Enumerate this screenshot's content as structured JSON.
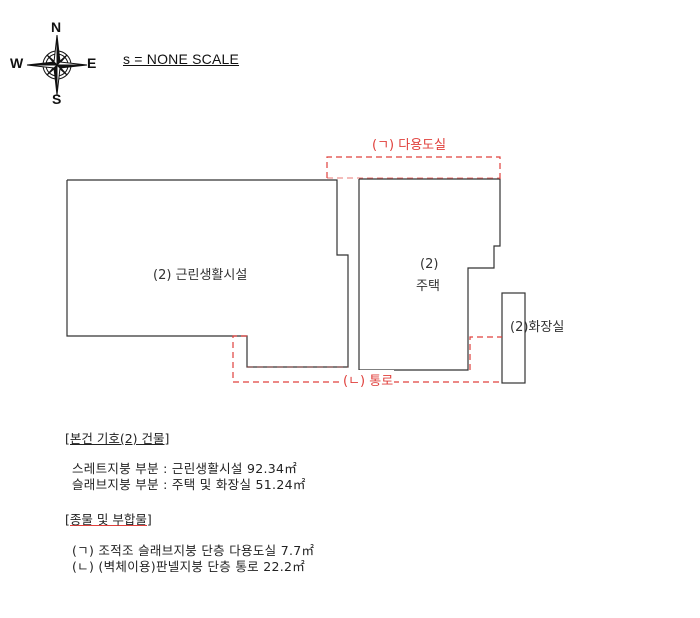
{
  "compass": {
    "n": "N",
    "s": "S",
    "e": "E",
    "w": "W"
  },
  "scale_note": "s = NONE SCALE",
  "plan": {
    "left_building_label": "(2) 근린생활시설",
    "house_label_line1": "(2)",
    "house_label_line2": "주택",
    "toilet_label": "(2)화장실",
    "annex_a_label": "(ㄱ) 다용도실",
    "annex_b_label": "(ㄴ) 통로"
  },
  "main_section": {
    "title": "[본건 기호(2) 건물]",
    "lines": [
      "스레트지붕 부분 : 근린생활시설 92.34㎡",
      "슬래브지붕 부분 : 주택 및 화장실 51.24㎡"
    ]
  },
  "annex_section": {
    "title": "[종물 및 부합물]",
    "lines": [
      "(ㄱ) 조적조 슬래브지붕 단층 다용도실 7.7㎡",
      "(ㄴ) (벽체이용)판넬지붕 단층 통로 22.2㎡"
    ]
  },
  "colors": {
    "outline": "#333333",
    "annex": "#e0403c"
  }
}
